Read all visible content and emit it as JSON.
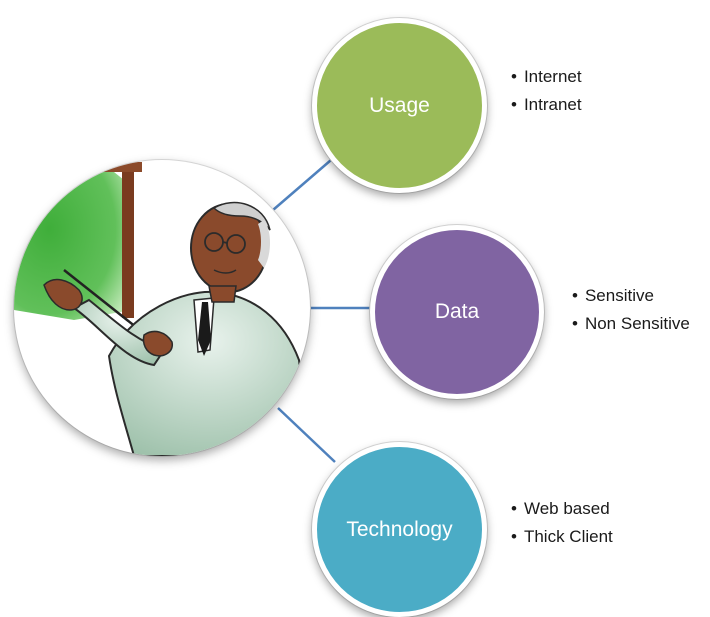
{
  "nodes": [
    {
      "key": "usage",
      "label": "Usage",
      "color": "#9bbb59",
      "bullets": [
        "Internet",
        "Intranet"
      ]
    },
    {
      "key": "data",
      "label": "Data",
      "color": "#8064a2",
      "bullets": [
        "Sensitive",
        "Non Sensitive"
      ]
    },
    {
      "key": "technology",
      "label": "Technology",
      "color": "#4bacc6",
      "bullets": [
        "Web based",
        "Thick Client"
      ]
    }
  ],
  "center": {
    "illustration": "presenter-clipart"
  },
  "connector_color": "#4f81bd"
}
